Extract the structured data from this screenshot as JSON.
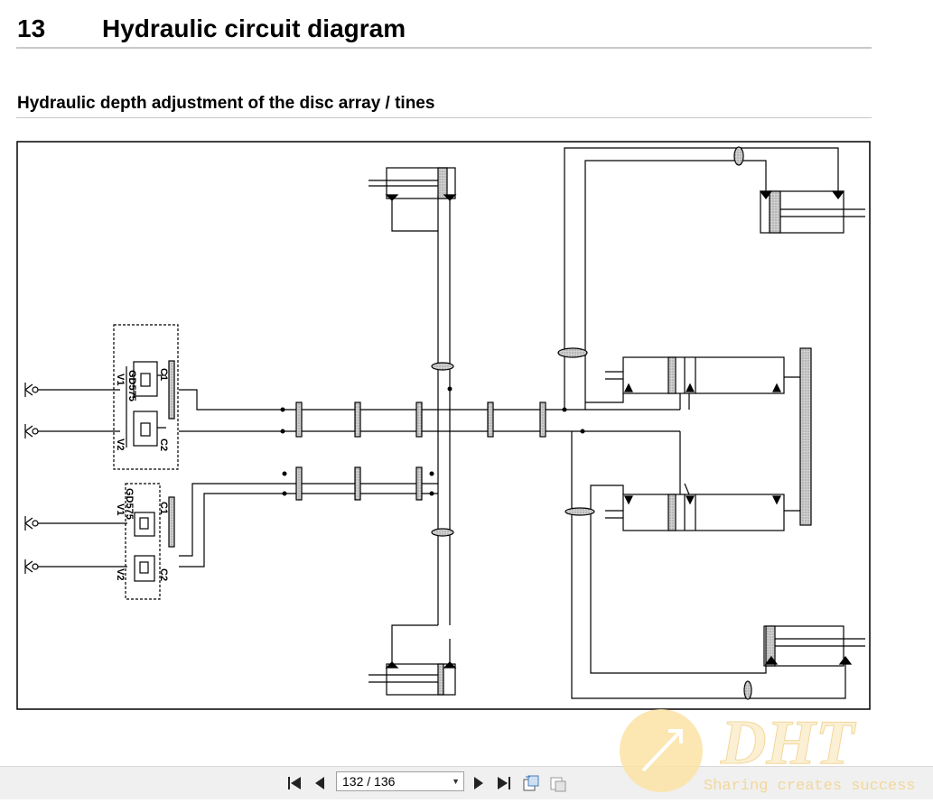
{
  "document": {
    "chapter_number": "13",
    "chapter_title": "Hydraulic circuit diagram",
    "section_title": "Hydraulic depth adjustment of the disc array / tines"
  },
  "diagram": {
    "valve_block_top": {
      "code": "GD575",
      "port_v1": "V1",
      "port_v2": "V2",
      "port_c1": "C1",
      "port_c2": "C2"
    },
    "valve_block_bottom": {
      "code": "GD575",
      "port_v1": "V1",
      "port_v2": "V2",
      "port_c1": "C1",
      "port_c2": "C2"
    }
  },
  "viewer": {
    "page_indicator": "132 / 136",
    "buttons": [
      "first-page",
      "previous-page",
      "next-page",
      "last-page",
      "rotate",
      "fit"
    ]
  },
  "watermark": {
    "logo_text": "DHT",
    "slogan": "Sharing creates success",
    "color": "#f3d79a"
  }
}
